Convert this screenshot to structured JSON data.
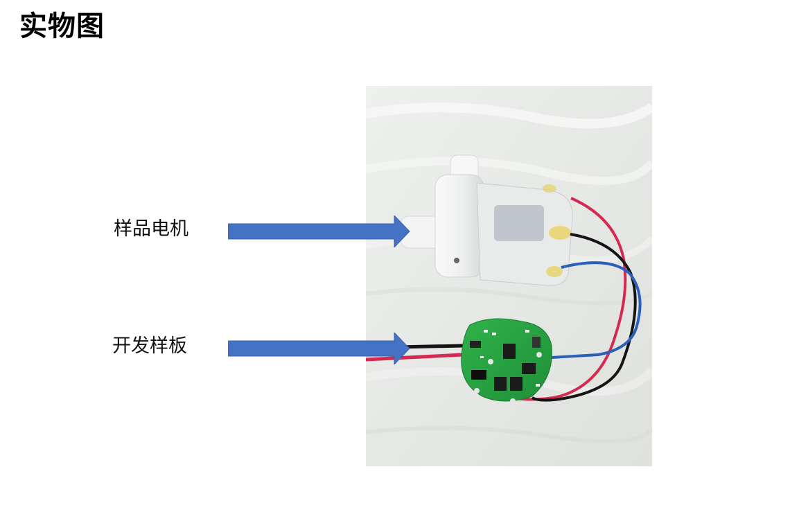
{
  "slide": {
    "title": "实物图"
  },
  "labels": {
    "motor": "样品电机",
    "board": "开发样板"
  },
  "colors": {
    "arrow": "#4472C4",
    "title": "#000000"
  },
  "icons": {
    "arrow": "arrow-right-icon"
  }
}
